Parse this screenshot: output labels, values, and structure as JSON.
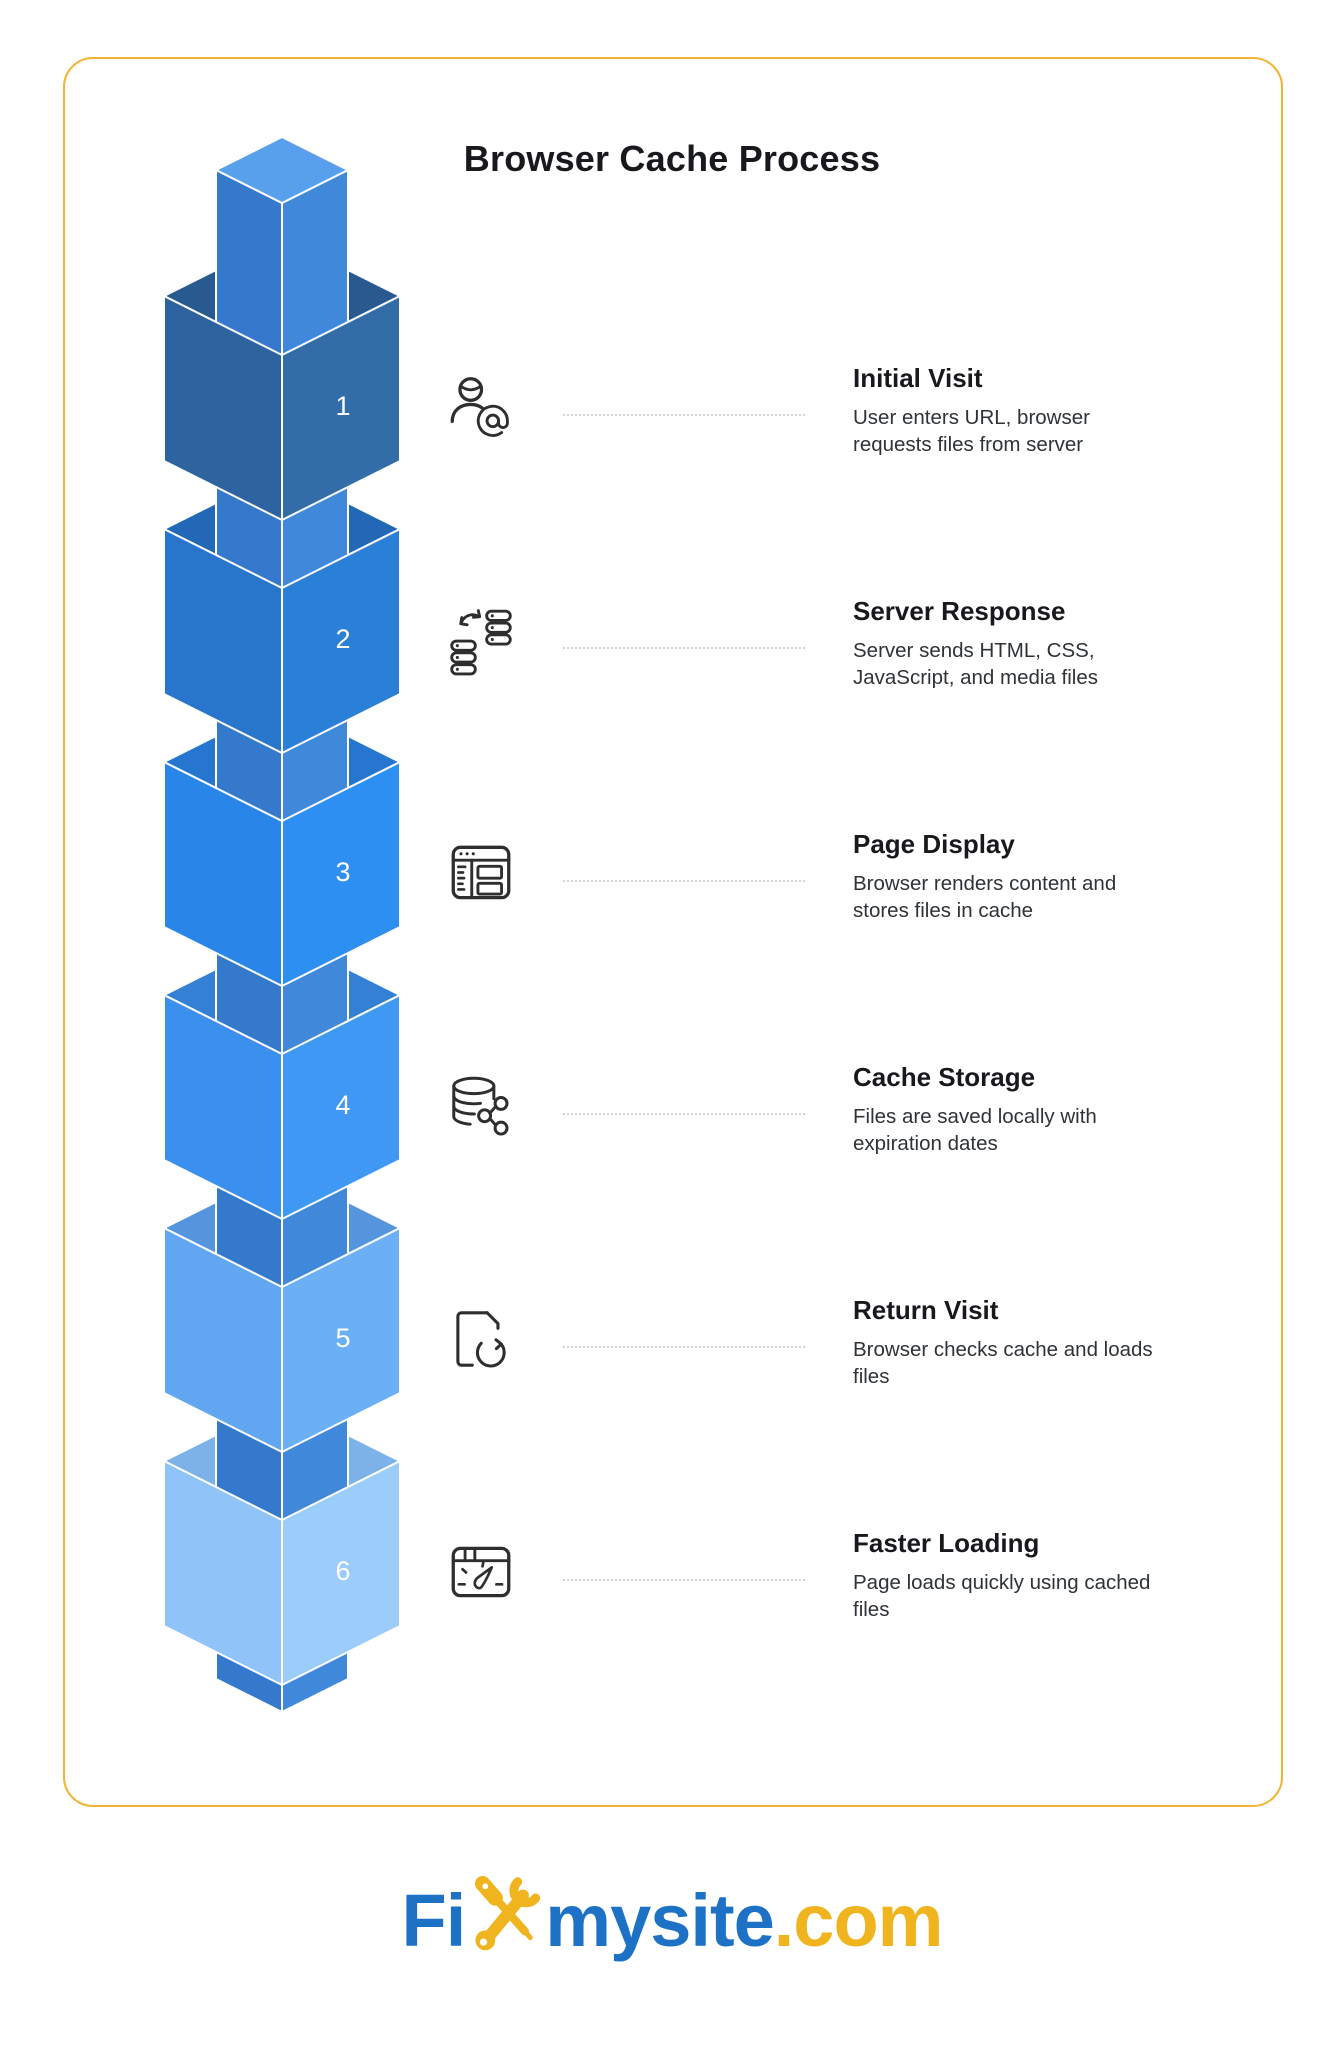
{
  "title": "Browser Cache Process",
  "steps": [
    {
      "number": "1",
      "title": "Initial Visit",
      "description": "User enters URL, browser requests files from server",
      "icon": "user-at-icon",
      "block": {
        "base": "#336da8",
        "left": "#2d64a0",
        "interior": "#285a90"
      }
    },
    {
      "number": "2",
      "title": "Server Response",
      "description": "Server sends HTML, CSS, JavaScript, and media files",
      "icon": "server-transfer-icon",
      "block": {
        "base": "#2a7fd6",
        "left": "#2776cc",
        "interior": "#2268b6"
      }
    },
    {
      "number": "3",
      "title": "Page Display",
      "description": "Browser renders content and stores files in cache",
      "icon": "browser-layout-icon",
      "block": {
        "base": "#2e8ff3",
        "left": "#2a85e8",
        "interior": "#2676d0"
      }
    },
    {
      "number": "4",
      "title": "Cache Storage",
      "description": "Files are saved locally with expiration dates",
      "icon": "cache-database-icon",
      "block": {
        "base": "#3f99f4",
        "left": "#3a90ec",
        "interior": "#3380d4"
      }
    },
    {
      "number": "5",
      "title": "Return Visit",
      "description": "Browser checks cache and loads files",
      "icon": "file-refresh-icon",
      "block": {
        "base": "#6bb0f7",
        "left": "#61a6f1",
        "interior": "#5595dd"
      }
    },
    {
      "number": "6",
      "title": "Faster Loading",
      "description": "Page loads quickly using cached files",
      "icon": "speedometer-browser-icon",
      "block": {
        "base": "#9bccfa",
        "left": "#90c3f7",
        "interior": "#7db2e9"
      }
    }
  ],
  "tower": {
    "column": {
      "left": "#3579cc",
      "right": "#3f88da",
      "top": "#58a0ec"
    }
  },
  "logo": {
    "prefix": "Fi",
    "middle": "mysite",
    "suffix": ".com",
    "blue": "#1d72c6",
    "gold": "#efb41e"
  },
  "palette": {
    "frame_border": "#f2b431",
    "dotted_line": "#d4d4d4",
    "icon_stroke": "#2e2e2e",
    "number_text": "#ffffff",
    "title_text": "#17191c",
    "body_text": "#2e3338"
  }
}
